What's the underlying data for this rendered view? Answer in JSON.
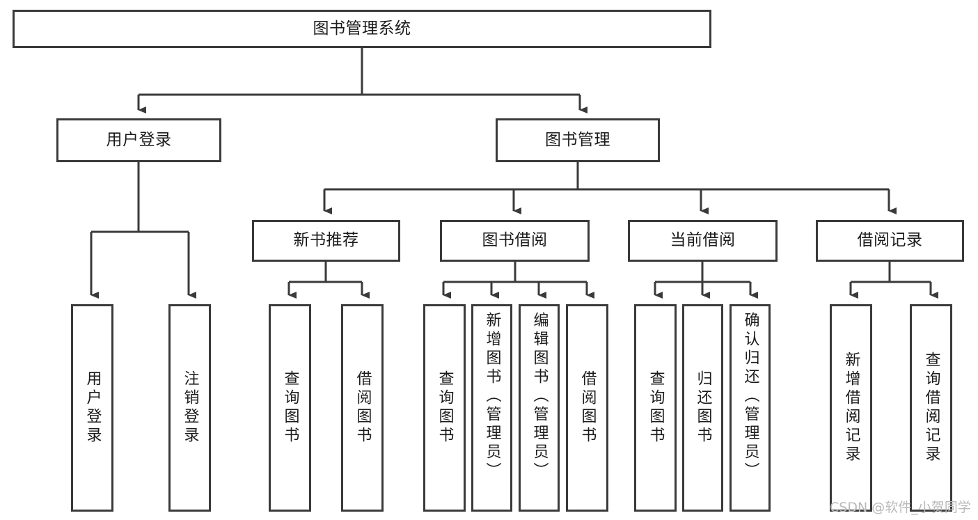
{
  "diagram": {
    "type": "tree",
    "title": "图书管理系统",
    "watermark": "CSDN @软件_小贺同学",
    "colors": {
      "border": "#3a3a3a",
      "fill": "#ffffff",
      "text": "#1b1b1b",
      "connector": "#3a3a3a",
      "watermark": "#b9b9b9"
    },
    "nodes": {
      "root": {
        "label": "图书管理系统"
      },
      "level2": [
        {
          "id": "user-login",
          "label": "用户登录"
        },
        {
          "id": "book-manage",
          "label": "图书管理"
        }
      ],
      "level3": [
        {
          "id": "new-book-recommend",
          "label": "新书推荐"
        },
        {
          "id": "book-borrow",
          "label": "图书借阅"
        },
        {
          "id": "current-borrow",
          "label": "当前借阅"
        },
        {
          "id": "borrow-record",
          "label": "借阅记录"
        }
      ],
      "leaves": [
        {
          "id": "leaf-user-login",
          "label": "用户登录",
          "parent": "user-login"
        },
        {
          "id": "leaf-logout-login",
          "label": "注销登录",
          "parent": "user-login"
        },
        {
          "id": "leaf-query-book-1",
          "label": "查询图书",
          "parent": "new-book-recommend"
        },
        {
          "id": "leaf-borrow-book-1",
          "label": "借阅图书",
          "parent": "new-book-recommend"
        },
        {
          "id": "leaf-query-book-2",
          "label": "查询图书",
          "parent": "book-borrow"
        },
        {
          "id": "leaf-add-book",
          "label": "新增图书（管理员）",
          "parent": "book-borrow"
        },
        {
          "id": "leaf-edit-book",
          "label": "编辑图书（管理员）",
          "parent": "book-borrow"
        },
        {
          "id": "leaf-borrow-book-2",
          "label": "借阅图书",
          "parent": "book-borrow"
        },
        {
          "id": "leaf-query-book-3",
          "label": "查询图书",
          "parent": "current-borrow"
        },
        {
          "id": "leaf-return-book",
          "label": "归还图书",
          "parent": "current-borrow"
        },
        {
          "id": "leaf-confirm-return",
          "label": "确认归还（管理员）",
          "parent": "current-borrow"
        },
        {
          "id": "leaf-add-record",
          "label": "新增借阅记录",
          "parent": "borrow-record"
        },
        {
          "id": "leaf-query-record",
          "label": "查询借阅记录",
          "parent": "borrow-record"
        }
      ]
    }
  }
}
